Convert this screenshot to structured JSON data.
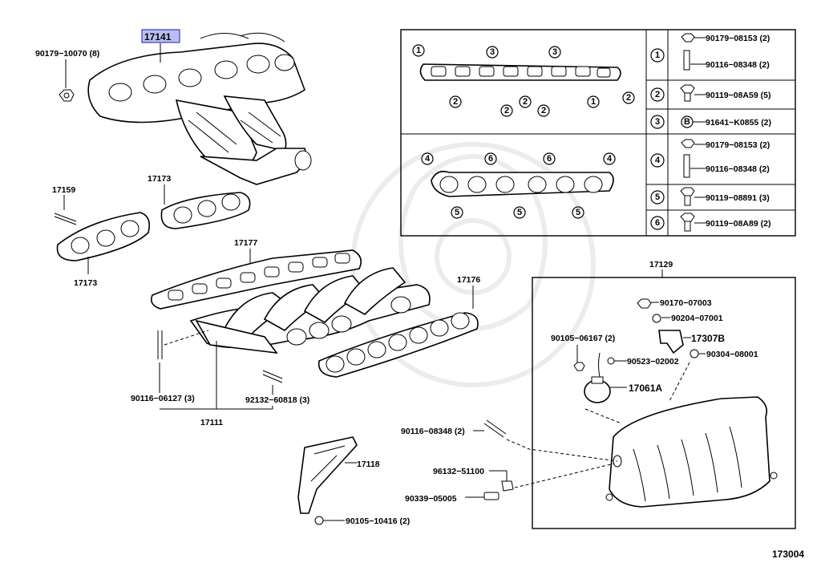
{
  "diagram_code": "173004",
  "highlighted_part": "17141",
  "parts": {
    "p17141": "17141",
    "p90179_10070": "90179−10070 (8)",
    "p17159": "17159",
    "p17173a": "17173",
    "p17173b": "17173",
    "p17177": "17177",
    "p17176": "17176",
    "p90116_06127": "90116−06127 (3)",
    "p92132_60818": "92132−60818 (3)",
    "p17111": "17111",
    "p17118": "17118",
    "p90105_10416": "90105−10416 (2)",
    "p90116_08348b": "90116−08348 (2)",
    "p96132_51100": "96132−51100",
    "p90339_05005": "90339−05005",
    "p17129": "17129",
    "p90170_07003": "90170−07003",
    "p90204_07001": "90204−07001",
    "p90105_06167": "90105−06167 (2)",
    "p17307B": "17307B",
    "p90523_02002": "90523−02002",
    "p90304_08001": "90304−08001",
    "p17061A": "17061A"
  },
  "legend_rows": [
    {
      "id": "1",
      "parts": [
        "90179−08153 (2)",
        "90116−08348 (2)"
      ]
    },
    {
      "id": "2",
      "parts": [
        "90119−08A59 (5)"
      ]
    },
    {
      "id": "3",
      "parts": [
        "91641−K0855 (2)"
      ]
    },
    {
      "id": "4",
      "parts": [
        "90179−08153 (2)",
        "90116−08348 (2)"
      ]
    },
    {
      "id": "5",
      "parts": [
        "90119−08891 (3)"
      ]
    },
    {
      "id": "6",
      "parts": [
        "90119−08A89 (2)"
      ]
    }
  ],
  "bolt_letter": "B",
  "gasket_top_markers": {
    "row1": [
      "1",
      "3",
      "3"
    ],
    "row2": [
      "2",
      "2",
      "2",
      "2",
      "1",
      "2"
    ]
  },
  "gasket_bottom_markers": {
    "row1": [
      "4",
      "6",
      "6",
      "4"
    ],
    "row2": [
      "5",
      "5",
      "5"
    ]
  }
}
